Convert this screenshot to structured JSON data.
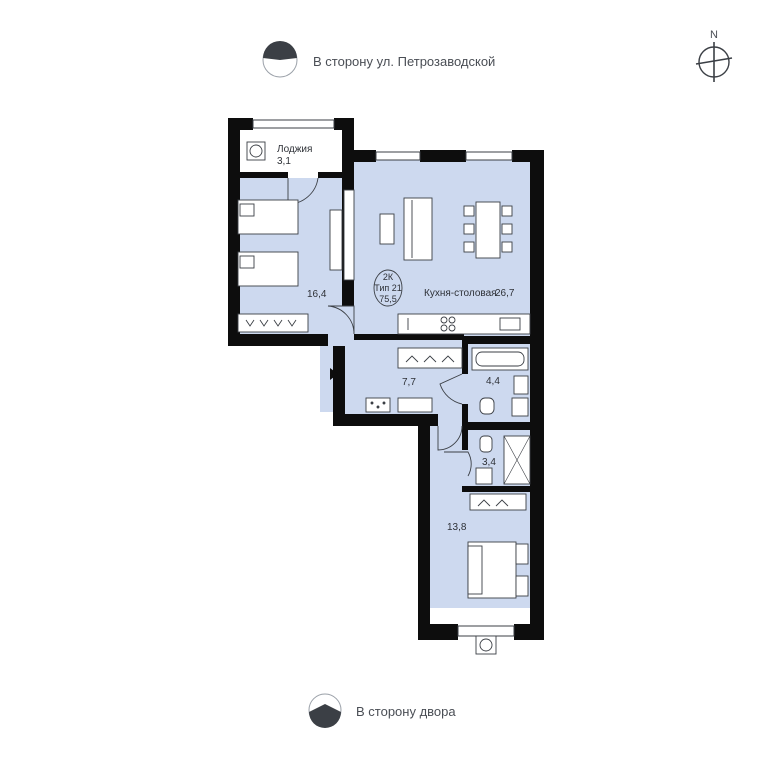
{
  "orientation": {
    "top_caption": "В сторону ул. Петрозаводской",
    "bottom_caption": "В сторону двора",
    "north_label": "N"
  },
  "apartment": {
    "rooms_label": "2К",
    "type_label": "Тип 21",
    "total_area": "75,5"
  },
  "rooms": {
    "loggia_name": "Лоджия",
    "loggia_area": "3,1",
    "bedroom1_area": "16,4",
    "kitchen_name": "Кухня-столовая",
    "kitchen_area": "26,7",
    "hall_area": "7,7",
    "bath_area": "4,4",
    "wc_area": "3,4",
    "bedroom2_area": "13,8"
  },
  "colors": {
    "room_fill": "#cdd9ef",
    "wall": "#0d0d0d",
    "furniture_stroke": "#3b3f45",
    "window": "#ffffff"
  }
}
